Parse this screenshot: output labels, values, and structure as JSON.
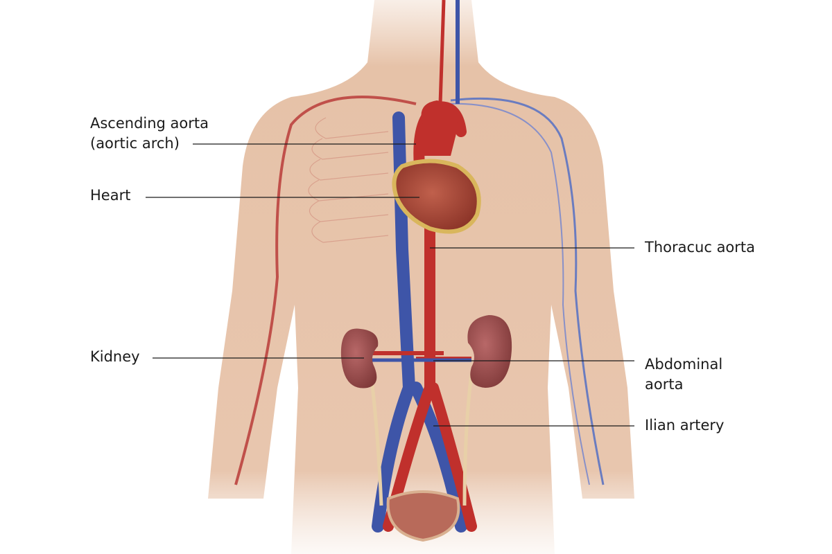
{
  "labels": {
    "ascending_aorta": {
      "line1": "Ascending aorta",
      "line2": "(aortic arch)"
    },
    "heart": "Heart",
    "thoracic_aorta": "Thoracuc aorta",
    "kidney": "Kidney",
    "abdominal_aorta": {
      "line1": "Abdominal",
      "line2": "aorta"
    },
    "iliac_artery": "Ilian artery"
  },
  "colors": {
    "skin": "#e6c2a8",
    "artery": "#c0302c",
    "vein": "#3e55a8",
    "heart": "#a8463a",
    "kidney": "#9c4a4a",
    "fat": "#d9b65c"
  }
}
